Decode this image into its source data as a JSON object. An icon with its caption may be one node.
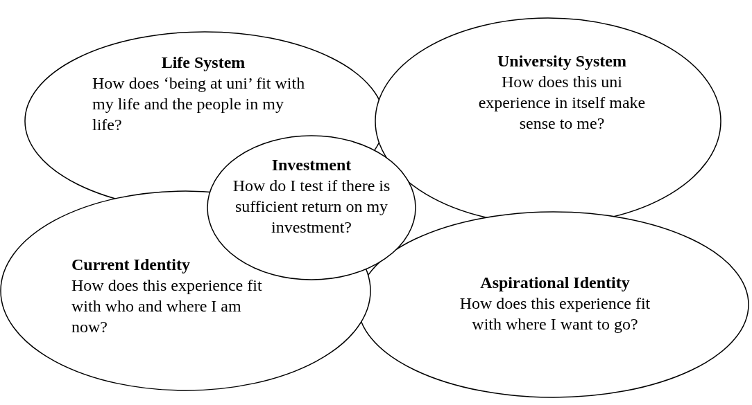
{
  "diagram": {
    "nodes": [
      {
        "text": [
          "Life System",
          "How does ‘being at uni’ fit with my life and the people in my life?"
        ]
      },
      {
        "text": [
          "University System",
          "How does this uni experience in itself make sense to me?"
        ]
      },
      {
        "text": [
          "Aspirational Identity",
          "How does this experience fit with where I want to go?"
        ]
      },
      {
        "text": [
          "Current Identity",
          "How does this experience fit with who and where I am now?"
        ]
      },
      {
        "text": [
          "Investment",
          "How do I test if there is sufficient return on my investment?"
        ]
      }
    ]
  }
}
